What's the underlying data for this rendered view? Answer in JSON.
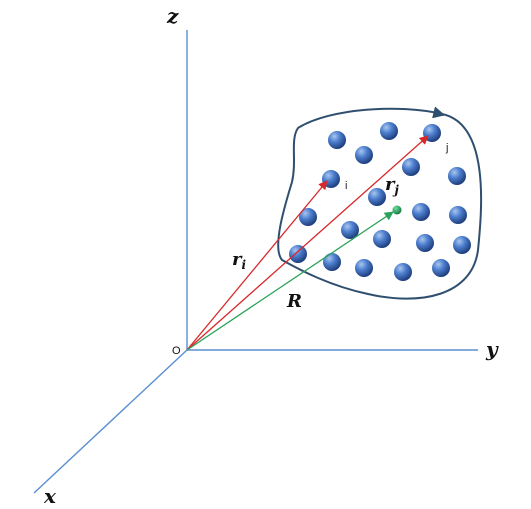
{
  "axes": {
    "z_label": "z",
    "y_label": "y",
    "x_label": "x",
    "origin_label": "O"
  },
  "vectors": {
    "ri_main": "r",
    "ri_sub": "i",
    "rj_main": "r",
    "rj_sub": "j",
    "R_label": "R"
  },
  "points": {
    "i_label": "i",
    "j_label": "j"
  },
  "colors": {
    "axis": "#5b8fd1",
    "vector_r": "#d8282a",
    "vector_R": "#2aa35a",
    "particle": "#3b6fc0",
    "boundary": "#2f4f6f"
  }
}
